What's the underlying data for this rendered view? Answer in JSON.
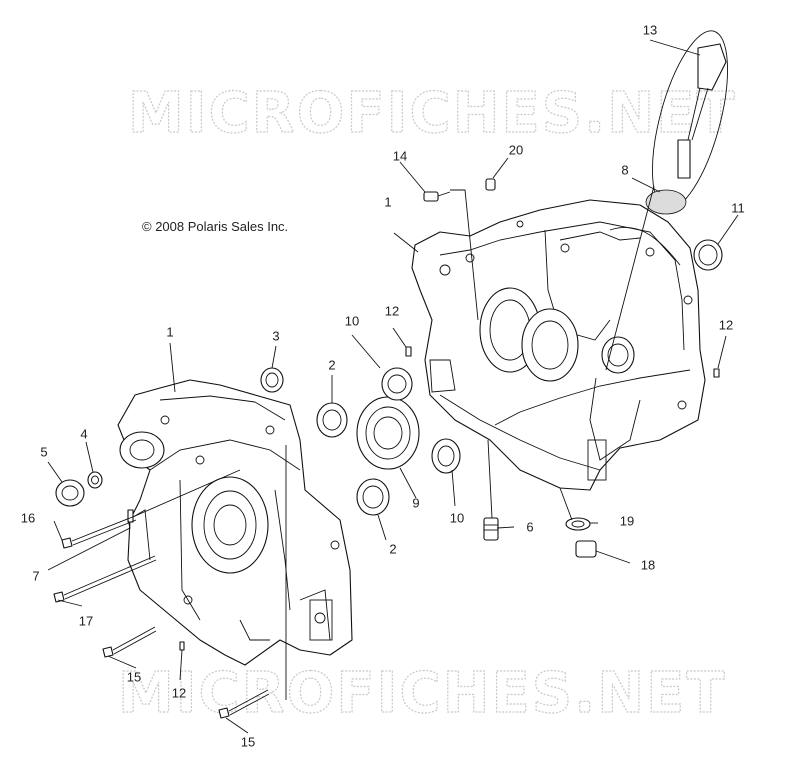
{
  "copyright": "© 2008 Polaris Sales Inc.",
  "watermarks": [
    "MICROFICHES.NET",
    "MICROFICHES.NET"
  ],
  "callouts": {
    "c1_right": "1",
    "c1_left": "1",
    "c2_upper": "2",
    "c2_lower": "2",
    "c3": "3",
    "c4": "4",
    "c5": "5",
    "c6": "6",
    "c7": "7",
    "c8": "8",
    "c9": "9",
    "c10_upper": "10",
    "c10_lower": "10",
    "c11": "11",
    "c12_upper": "12",
    "c12_right": "12",
    "c12_lower": "12",
    "c13": "13",
    "c14": "14",
    "c15_upper": "15",
    "c15_lower": "15",
    "c16": "16",
    "c17": "17",
    "c18": "18",
    "c19": "19",
    "c20": "20"
  },
  "colors": {
    "line": "#111111",
    "watermark": "#c9c9c9",
    "background": "#ffffff"
  }
}
